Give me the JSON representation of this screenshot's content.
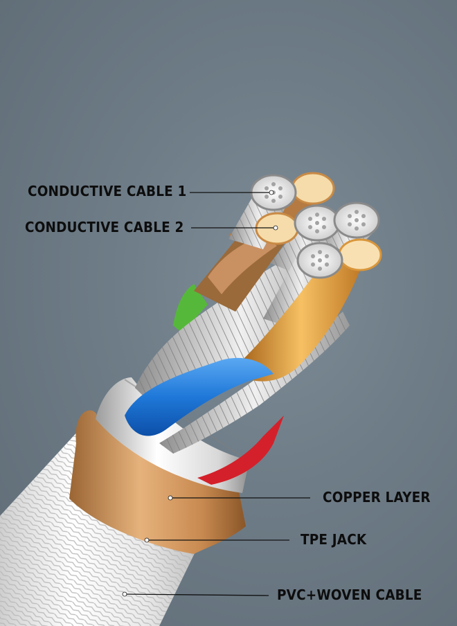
{
  "labels": {
    "conductive_cable_1": "CONDUCTIVE CABLE 1",
    "conductive_cable_2": "CONDUCTIVE CABLE 2",
    "copper_layer": "COPPER LAYER",
    "tpe_jack": "TPE JACK",
    "pvc_woven_cable": "PVC+WOVEN CABLE"
  },
  "colors": {
    "background": "#6f7d88",
    "label_text": "#0d0d0d",
    "callout_line": "#111111",
    "wire_blue": "#1f78d8",
    "wire_red": "#d4202a",
    "wire_green": "#56b83a",
    "wire_gold": "#e8a63a",
    "copper_band": "#d9a066",
    "silver_band": "#e6e6e6",
    "braid": "#f2f2f2"
  }
}
